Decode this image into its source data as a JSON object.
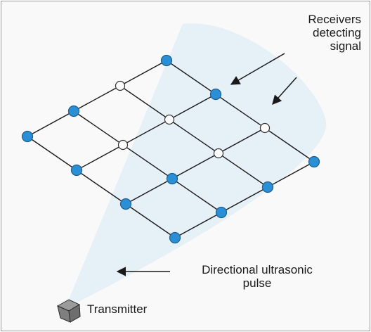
{
  "labels": {
    "receivers": [
      "Receivers",
      "detecting",
      "signal"
    ],
    "pulse": [
      "Directional ultrasonic",
      "pulse"
    ],
    "transmitter": "Transmitter"
  },
  "colors": {
    "beam": "#e6f0f7",
    "grid_line": "#1a1a1a",
    "receiver_idle": "#2b8fd6",
    "receiver_detecting": "#ffffff",
    "transmitter_top": "#9b9b9b",
    "transmitter_side": "#6e6e6e",
    "transmitter_front": "#7f7f7f"
  },
  "grid": {
    "rows": 4,
    "cols": 4,
    "detecting_nodes": [
      [
        0,
        2
      ],
      [
        1,
        1
      ],
      [
        1,
        2
      ],
      [
        2,
        2
      ],
      [
        2,
        3
      ]
    ]
  },
  "icons": [
    "transmitter-cube-icon",
    "arrow-icon"
  ]
}
